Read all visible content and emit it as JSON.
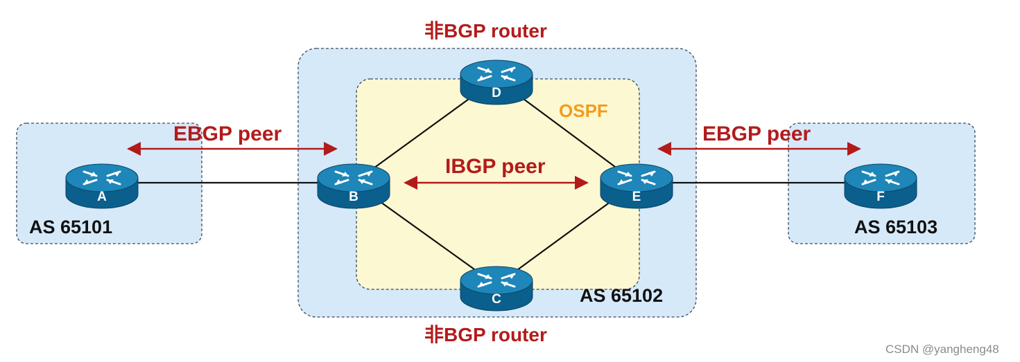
{
  "labels": {
    "top_router": "非BGP router",
    "bottom_router": "非BGP router",
    "ebgp_left": "EBGP peer",
    "ebgp_right": "EBGP peer",
    "ibgp": "IBGP peer",
    "ospf": "OSPF",
    "as_left": "AS 65101",
    "as_mid": "AS 65102",
    "as_right": "AS 65103",
    "watermark": "CSDN @yangheng48"
  },
  "routers": [
    {
      "id": "A",
      "label": "A"
    },
    {
      "id": "B",
      "label": "B"
    },
    {
      "id": "C",
      "label": "C"
    },
    {
      "id": "D",
      "label": "D"
    },
    {
      "id": "E",
      "label": "E"
    },
    {
      "id": "F",
      "label": "F"
    }
  ],
  "links": [
    [
      "A",
      "B"
    ],
    [
      "B",
      "D"
    ],
    [
      "B",
      "C"
    ],
    [
      "D",
      "E"
    ],
    [
      "C",
      "E"
    ],
    [
      "E",
      "F"
    ]
  ],
  "peerings": [
    {
      "type": "EBGP",
      "from": "A",
      "to": "B"
    },
    {
      "type": "IBGP",
      "from": "B",
      "to": "E"
    },
    {
      "type": "EBGP",
      "from": "E",
      "to": "F"
    }
  ],
  "colors": {
    "as_fill": "#d6e9f9",
    "ospf_fill": "#fcf8d2",
    "router_top": "#1e86b8",
    "router_side": "#0b5f8c",
    "peer_red": "#b31b1b",
    "ospf_orange": "#f59a1b",
    "line": "#111111",
    "text": "#111111",
    "watermark": "#8a8a8a"
  }
}
